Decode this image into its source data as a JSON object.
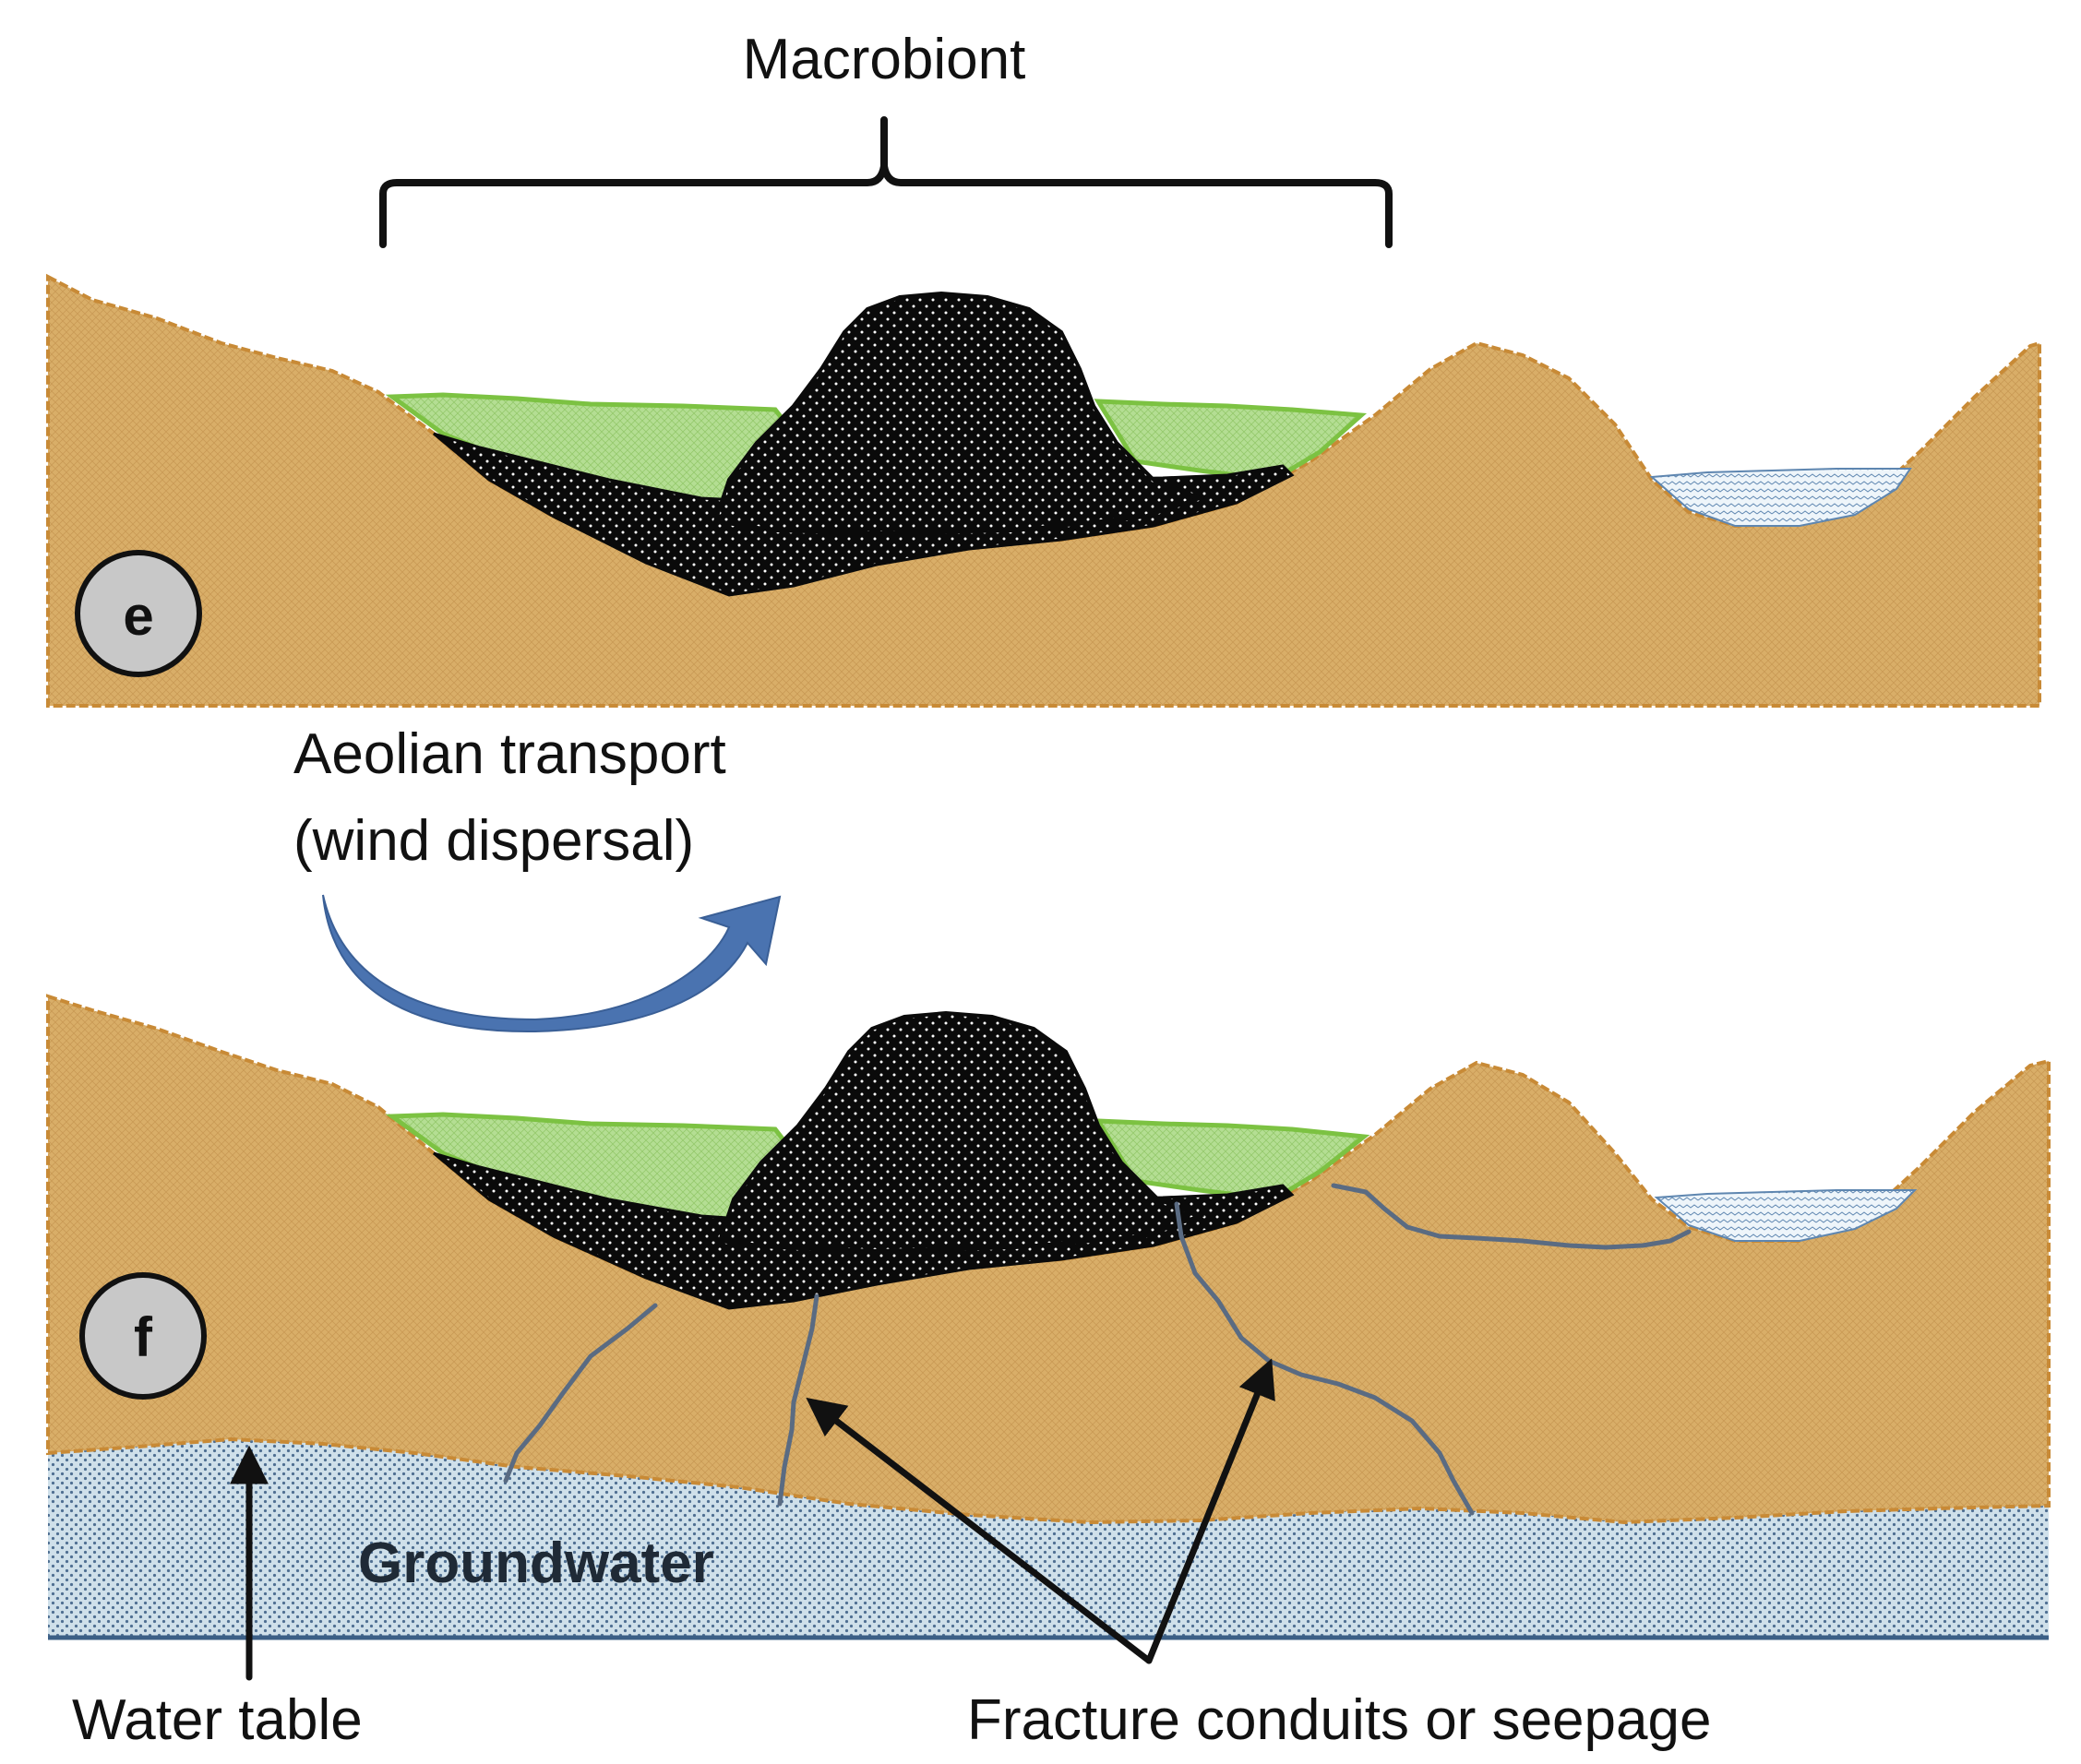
{
  "labels": {
    "macrobiont": "Macrobiont",
    "aeolian_line1": "Aeolian transport",
    "aeolian_line2": "(wind dispersal)",
    "groundwater": "Groundwater",
    "water_table": "Water table",
    "fracture": "Fracture conduits or seepage"
  },
  "panels": {
    "top_badge": "e",
    "bottom_badge": "f"
  },
  "colors": {
    "soil": "#d9ae68",
    "soil_edge": "#c88a36",
    "macrobiont": "#0a0a0a",
    "vegetation": "#a9d884",
    "vegetation_edge": "#7cc242",
    "pond": "#e6f1f8",
    "groundwater": "#c9dbe6",
    "groundwater_dots": "#4f6f92",
    "fracture": "#5a6b82",
    "wind_arrow": "#4a73b0",
    "badge_fill": "#c8c8c8"
  }
}
